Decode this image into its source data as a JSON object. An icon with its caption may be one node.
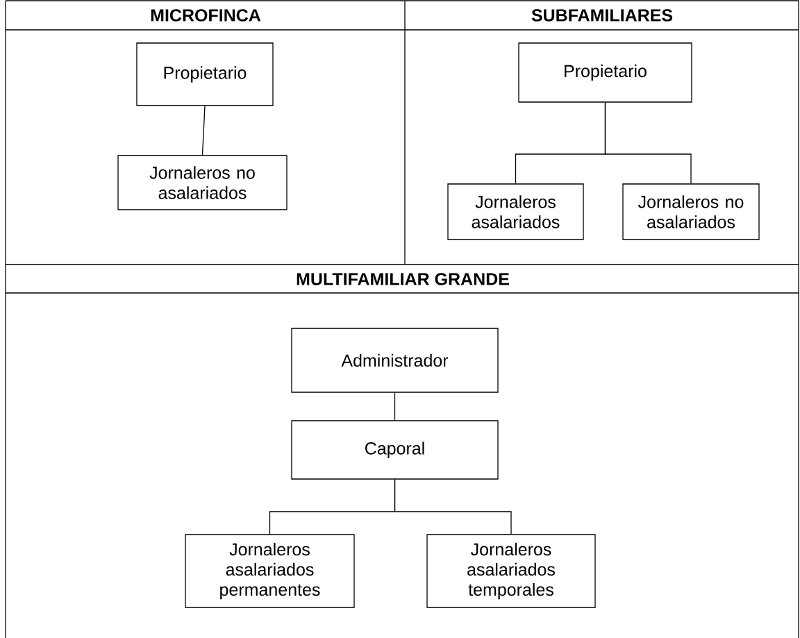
{
  "diagram": {
    "nodes": [
      {
        "text": [
          "Propietario"
        ]
      },
      {
        "text": [
          "Jornaleros no asalariados"
        ]
      },
      {
        "text": [
          "Propietario"
        ]
      },
      {
        "text": [
          "Jornaleros asalariados"
        ]
      },
      {
        "text": [
          "Jornaleros no asalariados"
        ]
      },
      {
        "text": [
          "Administrador"
        ]
      },
      {
        "text": [
          "Caporal"
        ]
      },
      {
        "text": [
          "Jornaleros asalariados permanentes"
        ]
      },
      {
        "text": [
          "Jornaleros asalariados temporales"
        ]
      }
    ],
    "edges": [
      {
        "from": 0,
        "to": 1,
        "arrow": "none"
      },
      {
        "from": 2,
        "to": 3,
        "arrow": "none"
      },
      {
        "from": 2,
        "to": 4,
        "arrow": "none"
      },
      {
        "from": 5,
        "to": 6,
        "arrow": "none"
      },
      {
        "from": 6,
        "to": 7,
        "arrow": "none"
      },
      {
        "from": 6,
        "to": 8,
        "arrow": "none"
      }
    ],
    "labels": [
      "MICROFINCA",
      "SUBFAMILIARES",
      "MULTIFAMILIAR GRANDE"
    ]
  }
}
